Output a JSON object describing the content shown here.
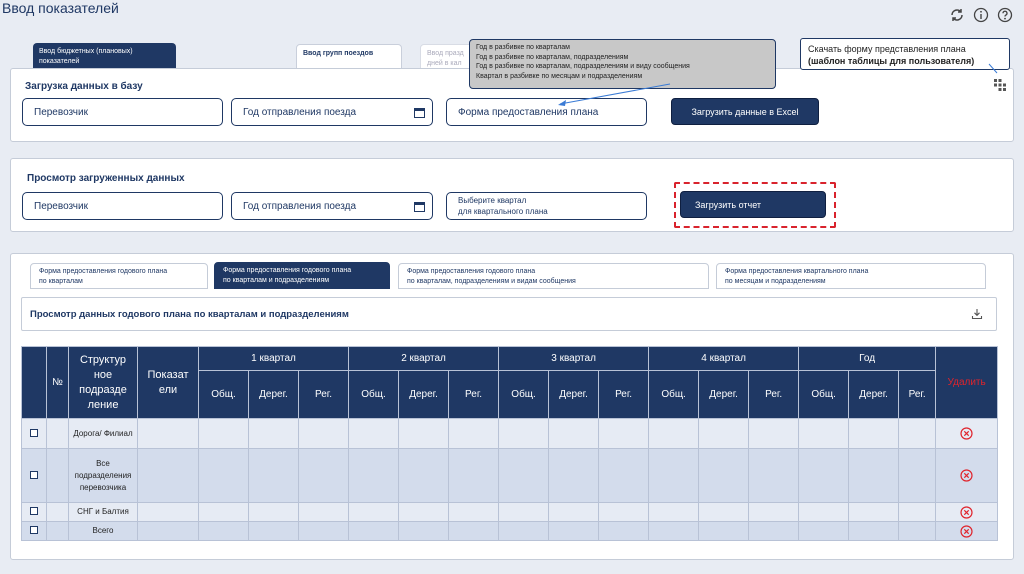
{
  "page_title": "Ввод показателей",
  "top_tabs": [
    {
      "label": "Ввод бюджетных (плановых) показателей"
    },
    {
      "label": "Ввод групп поездов"
    },
    {
      "label_line1": "Ввод празд",
      "label_line2": "дней в кал"
    }
  ],
  "callout_list": {
    "items": [
      "Год в разбивке по кварталам",
      "Год в разбивке по кварталам, подразделениям",
      "Год в разбивке по кварталам, подразделениям и виду сообщения",
      "Квартал в разбивке по месяцам и подразделениям"
    ]
  },
  "callout_download": {
    "line1": "Скачать форму представления плана",
    "line2": "(шаблон таблицы для пользователя)"
  },
  "upload_panel": {
    "title": "Загрузка данных в базу",
    "carrier": "Перевозчик",
    "year": "Год отправления поезда",
    "form": "Форма предоставления плана",
    "button": "Загрузить данные в  Excel"
  },
  "view_panel": {
    "title": "Просмотр загруженных данных",
    "carrier": "Перевозчик",
    "year": "Год отправления поезда",
    "quarter_line1": "Выберите квартал",
    "quarter_line2": "для квартального плана",
    "button": "Загрузить отчет"
  },
  "sub_tabs": [
    {
      "line1": "Форма предоставления годового плана",
      "line2": "по кварталам"
    },
    {
      "line1": "Форма предоставления годового плана",
      "line2": "по кварталам и подразделениям"
    },
    {
      "line1": "Форма предоставления годового плана",
      "line2": "по кварталам, подразделениям и видам сообщения"
    },
    {
      "line1": "Форма предоставления квартального плана",
      "line2": "по месяцам и подразделениям"
    }
  ],
  "table_section": {
    "title": "Просмотр данных годового плана по кварталам и подразделениям"
  },
  "table": {
    "col_num": "№",
    "col_struct": "Структурное подразделение",
    "col_indicator": "Показатели",
    "groups": [
      "1 квартал",
      "2 квартал",
      "3 квартал",
      "4 квартал",
      "Год"
    ],
    "subcols": [
      "Общ.",
      "Дерег.",
      "Рег."
    ],
    "col_delete": "Удалить",
    "rows": [
      {
        "name": "Дорога/ Филиал"
      },
      {
        "name": "Все подразделения перевозчика"
      },
      {
        "name": "СНГ и Балтия"
      },
      {
        "name": "Всего"
      }
    ]
  },
  "colors": {
    "navy": "#1f3864",
    "red": "#e0242c",
    "row_light": "#e6ebf4",
    "row_dark": "#d3dcec"
  },
  "icons": [
    "refresh-icon",
    "info-icon",
    "help-icon",
    "calendar-icon",
    "download-icon",
    "grid-icon",
    "delete-icon"
  ]
}
